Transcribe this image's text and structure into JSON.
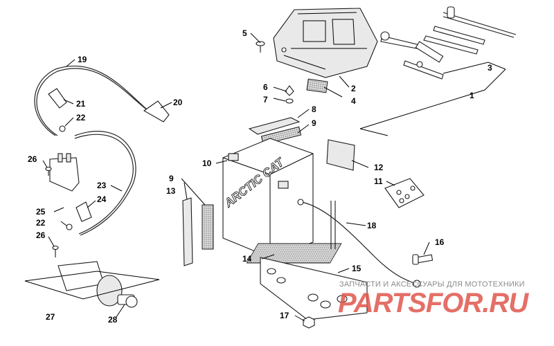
{
  "diagram": {
    "callouts": [
      {
        "id": "1",
        "label": "1"
      },
      {
        "id": "2",
        "label": "2"
      },
      {
        "id": "3",
        "label": "3"
      },
      {
        "id": "4",
        "label": "4"
      },
      {
        "id": "5",
        "label": "5"
      },
      {
        "id": "6",
        "label": "6"
      },
      {
        "id": "7",
        "label": "7"
      },
      {
        "id": "8",
        "label": "8"
      },
      {
        "id": "9a",
        "label": "9"
      },
      {
        "id": "9b",
        "label": "9"
      },
      {
        "id": "10",
        "label": "10"
      },
      {
        "id": "11",
        "label": "11"
      },
      {
        "id": "12",
        "label": "12"
      },
      {
        "id": "13",
        "label": "13"
      },
      {
        "id": "14",
        "label": "14"
      },
      {
        "id": "15",
        "label": "15"
      },
      {
        "id": "16",
        "label": "16"
      },
      {
        "id": "17",
        "label": "17"
      },
      {
        "id": "18",
        "label": "18"
      },
      {
        "id": "19",
        "label": "19"
      },
      {
        "id": "20",
        "label": "20"
      },
      {
        "id": "21",
        "label": "21"
      },
      {
        "id": "22a",
        "label": "22"
      },
      {
        "id": "22b",
        "label": "22"
      },
      {
        "id": "23",
        "label": "23"
      },
      {
        "id": "24",
        "label": "24"
      },
      {
        "id": "25",
        "label": "25"
      },
      {
        "id": "26a",
        "label": "26"
      },
      {
        "id": "26b",
        "label": "26"
      },
      {
        "id": "27",
        "label": "27"
      },
      {
        "id": "28",
        "label": "28"
      }
    ],
    "battery_brand": "ARCTIC CAT"
  },
  "watermark": {
    "text": "ЗАПЧАСТИ И АКСЕССУАРЫ ДЛЯ МОТОТЕХНИКИ",
    "logo": "PARTSFOR.RU"
  }
}
